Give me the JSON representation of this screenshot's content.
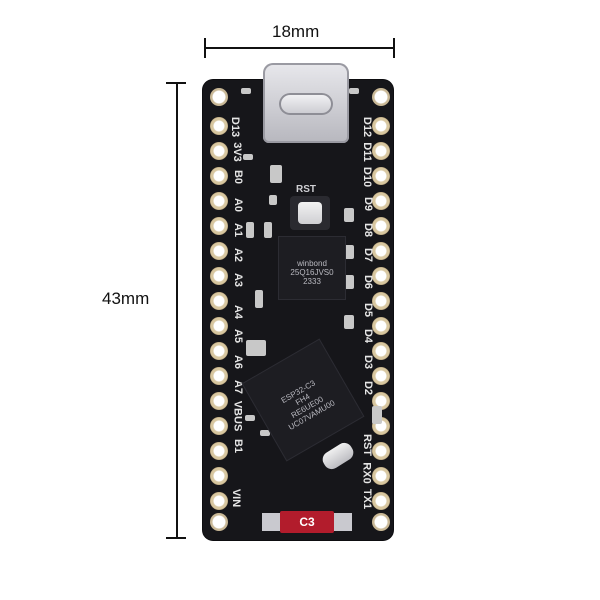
{
  "dimensions": {
    "width_label": "18mm",
    "height_label": "43mm"
  },
  "board": {
    "left_pin_labels": [
      "D13",
      "3V3",
      "B0",
      "A0",
      "A1",
      "A2",
      "A3",
      "A4",
      "A5",
      "A6",
      "A7",
      "VBUS",
      "B1",
      "VIN"
    ],
    "right_pin_labels": [
      "D12",
      "D11",
      "D10",
      "D9",
      "D8",
      "D7",
      "D6",
      "D5",
      "D4",
      "D3",
      "D2",
      "RST",
      "RX0",
      "TX1"
    ],
    "button_label": "RST",
    "model_tag": "C3",
    "flash_chip_text": "winbond\n25Q16JVS0\n2333",
    "mcu_text": "ESP32-C3\nFH4\nRE6UE00\nUC07VAMU00"
  }
}
